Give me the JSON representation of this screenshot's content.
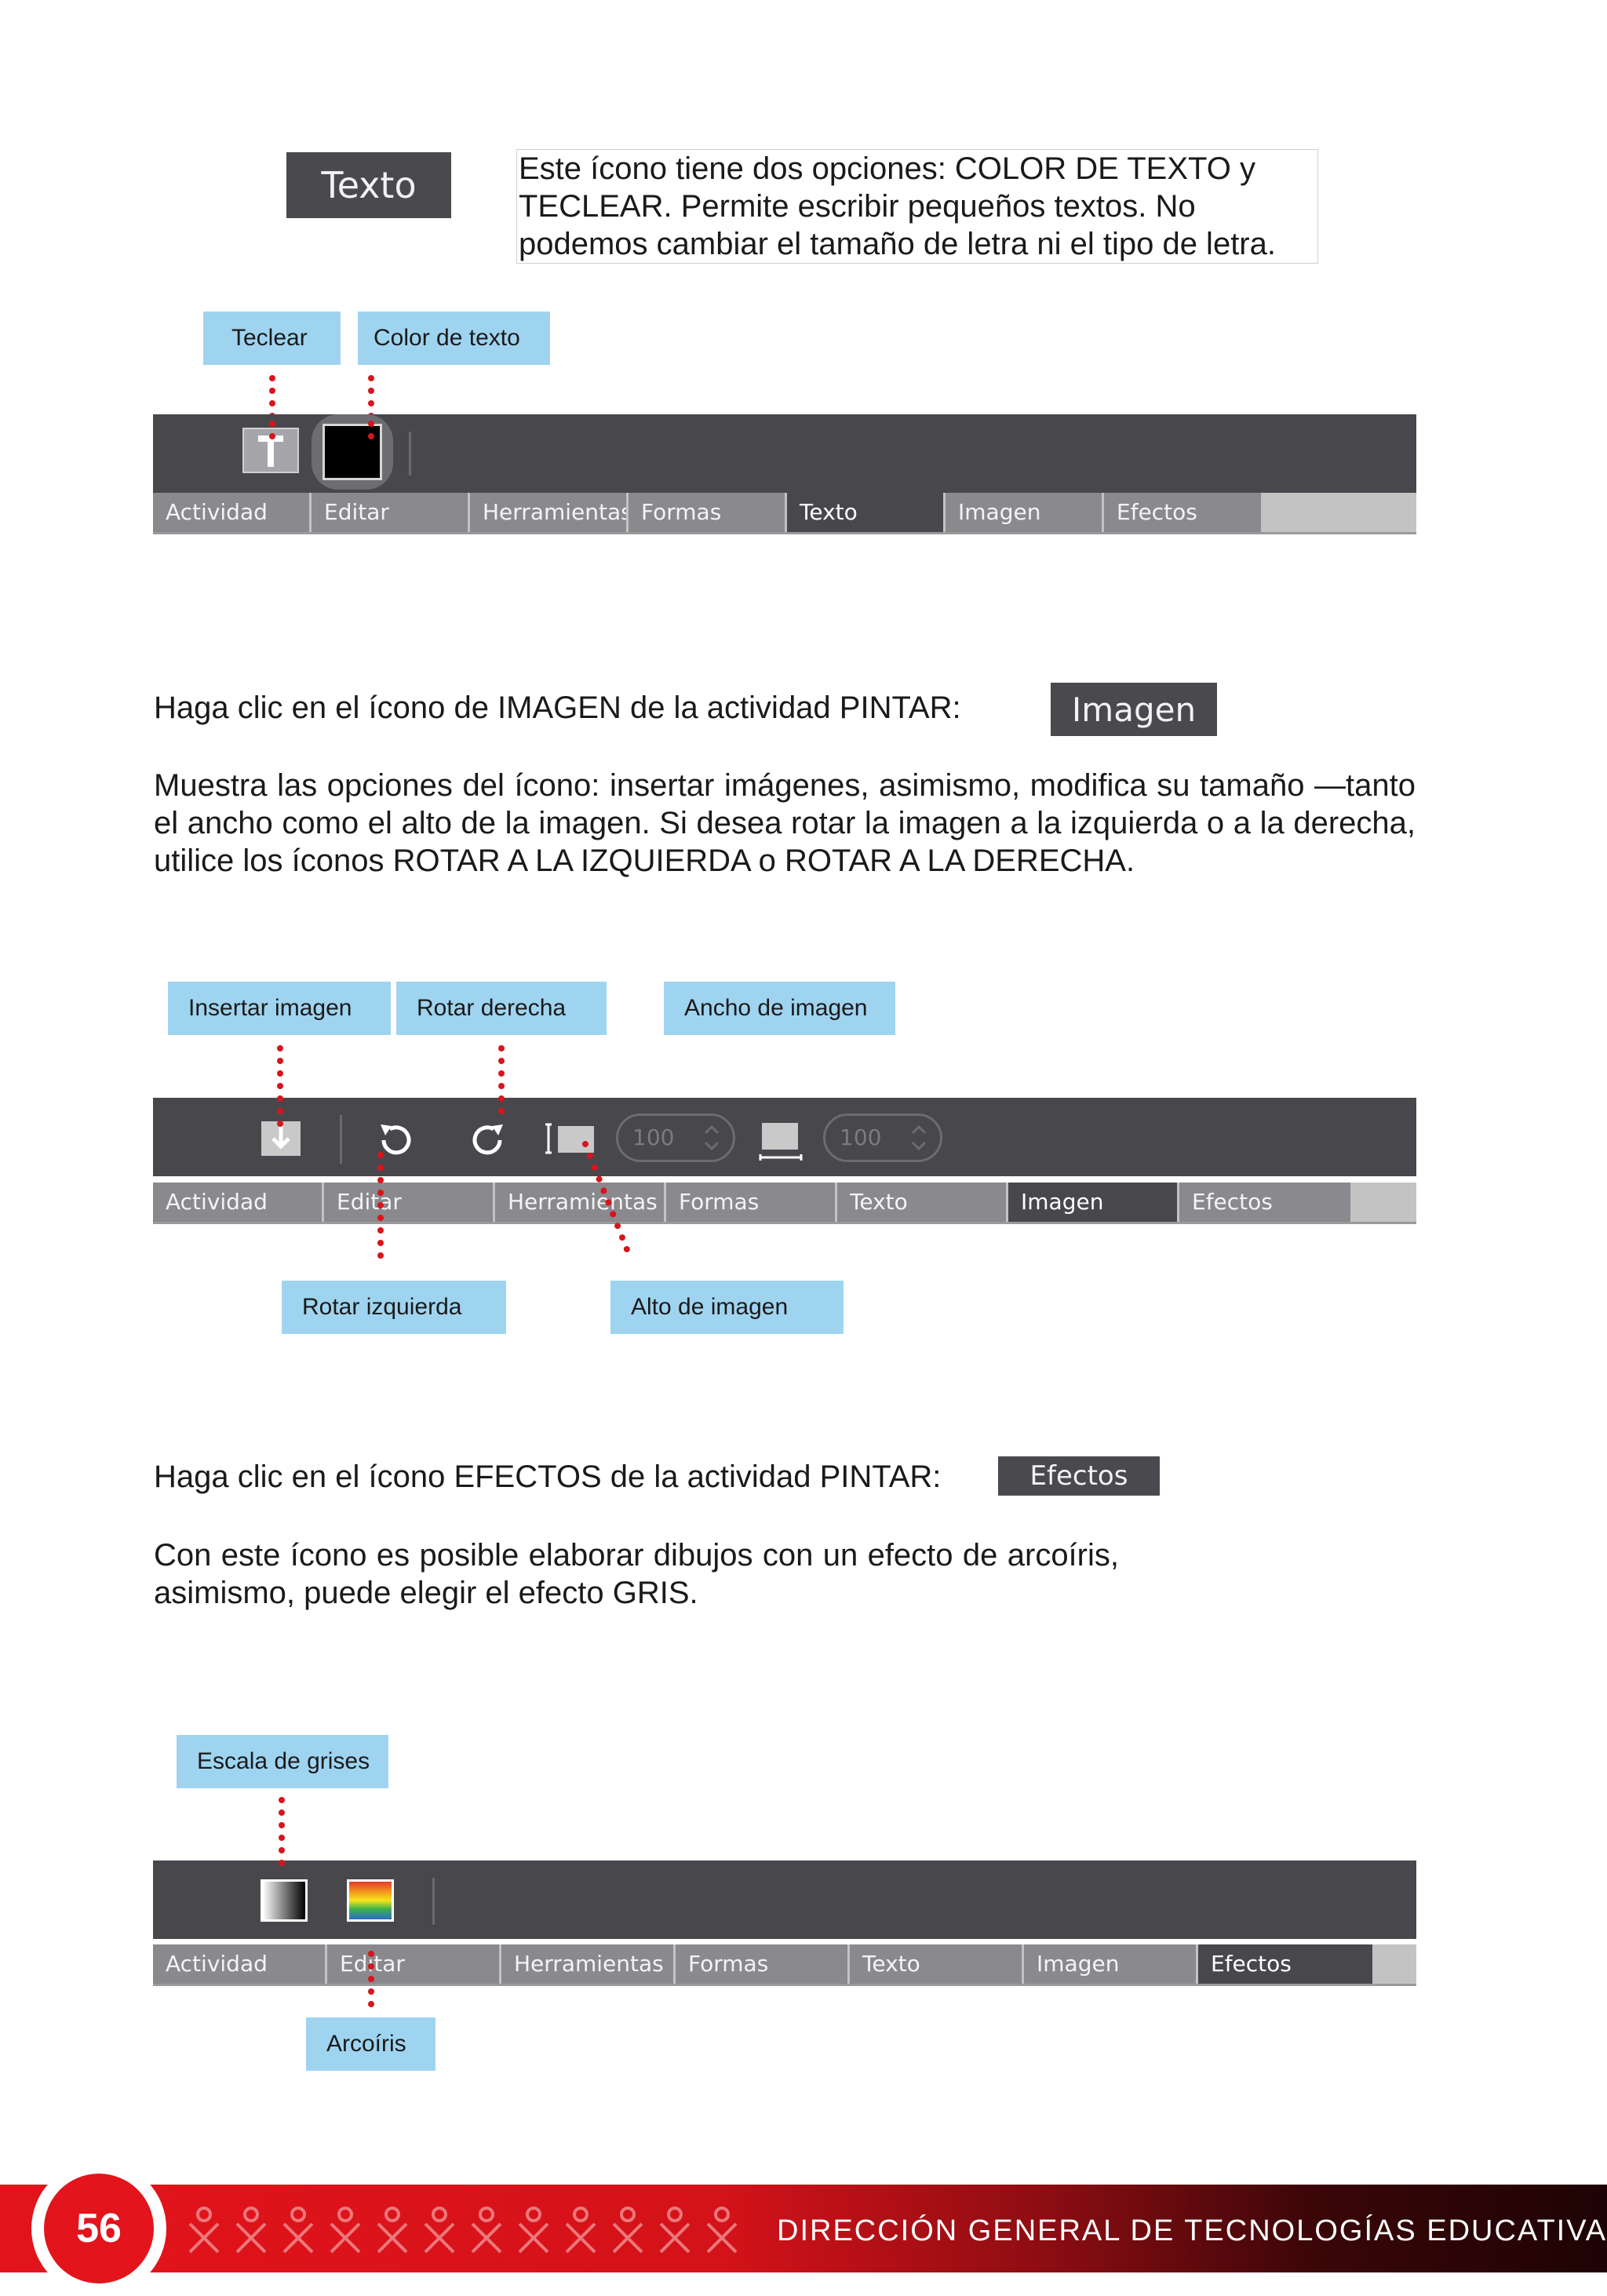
{
  "section_text": {
    "badge": "Texto",
    "description": "Este ícono tiene dos opciones: COLOR DE TEXTO y TECLEAR. Permite escribir pequeños textos. No podemos cambiar el tamaño de letra ni el tipo de letra.",
    "callouts": {
      "teclear": "Teclear",
      "color_texto": "Color de texto"
    }
  },
  "toolbar_tabs": [
    "Actividad",
    "Editar",
    "Herramientas",
    "Formas",
    "Texto",
    "Imagen",
    "Efectos"
  ],
  "section_imagen": {
    "instruction": "Haga clic en el ícono de IMAGEN de la actividad PINTAR:",
    "badge": "Imagen",
    "description": "Muestra las opciones del ícono: insertar imágenes, asimismo, modifica su tamaño —tanto el ancho como el alto de la imagen. Si desea rotar la imagen a la izquierda o a la derecha, utilice los íconos ROTAR A LA IZQUIERDA o ROTAR A LA DERECHA.",
    "callouts": {
      "insertar": "Insertar imagen",
      "rotar_derecha": "Rotar derecha",
      "ancho": "Ancho de imagen",
      "rotar_izquierda": "Rotar izquierda",
      "alto": "Alto de imagen"
    },
    "height_value": "100",
    "width_value": "100"
  },
  "section_efectos": {
    "instruction": "Haga clic en el ícono EFECTOS de la actividad PINTAR:",
    "badge": "Efectos",
    "description": "Con este ícono es posible elaborar dibujos con un efecto de arcoíris, asimismo, puede elegir el efecto GRIS.",
    "callouts": {
      "escala_grises": "Escala de grises",
      "arcoiris": "Arcoíris"
    }
  },
  "footer": {
    "page_number": "56",
    "org": "DIRECCIÓN GENERAL DE TECNOLOGÍAS EDUCATIVAS"
  },
  "colors": {
    "callout": "#9fd4f0",
    "toolbar": "#48474c",
    "footer_red": "#e3141b",
    "dots": "#d8141c"
  }
}
